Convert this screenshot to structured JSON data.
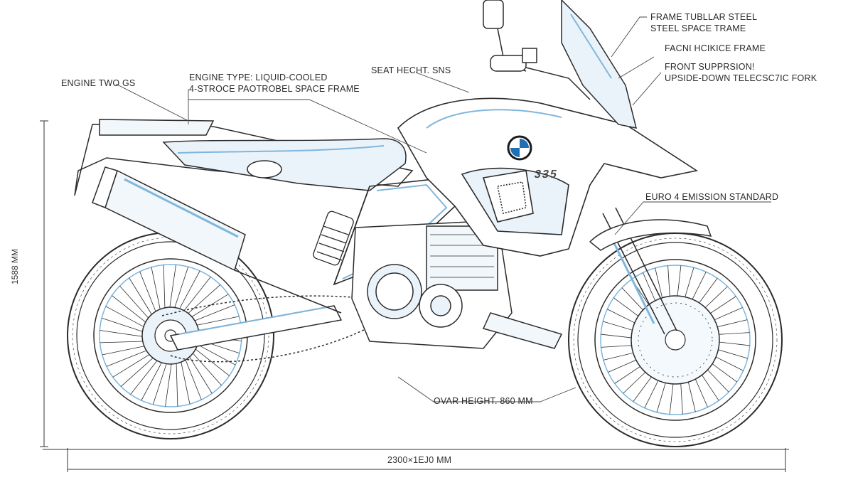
{
  "labels": {
    "engine_short": "ENGINE TWO GS",
    "engine_type_line1": "ENGINE TYPE: LIQUID-COOLED",
    "engine_type_line2": "4-STROCE PAOTROBEL SPACE FRAME",
    "seat_height": "SEAT HECHT. SNS",
    "frame_line1": "FRAME TUBLLAR STEEL",
    "frame_line2": "STEEL SPACE TRAME",
    "frame_extra": "FACNI HCIKICE FRAME",
    "front_susp_line1": "FRONT SUPPRSION!",
    "front_susp_line2": "UPSIDE-DOWN TELECSC7IC FORK",
    "emission": "EURO 4 EMISSION STANDARD",
    "overall_height": "OVAR HEIGHT. 860 MM",
    "overall_length": "2300×1EJ0 MM",
    "vertical_dim": "1588 MM",
    "tank_model": "335"
  },
  "colors": {
    "line": "#2b2b2b",
    "accent": "#7fb6dd",
    "accent_fill": "#d7e9f6",
    "logo_blue": "#1f6fb5"
  },
  "icons": {
    "brand_logo": "bmw-roundel-logo"
  }
}
